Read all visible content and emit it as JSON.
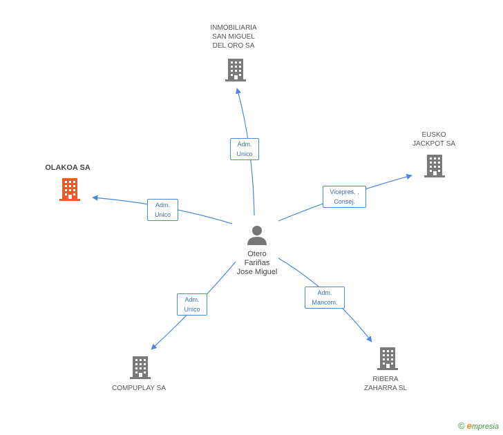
{
  "colors": {
    "edge": "#4a89dc",
    "company": "#7a7a7a",
    "company_highlight": "#f05a28",
    "person": "#777777"
  },
  "center": {
    "icon": "person-icon",
    "label_lines": [
      "Otero",
      "Fariñas",
      "Jose Miguel"
    ]
  },
  "companies": [
    {
      "id": "inmobiliaria",
      "icon": "building-icon",
      "label_lines": [
        "INMOBILIARIA",
        "SAN MIGUEL",
        "DEL ORO SA"
      ],
      "highlight": false
    },
    {
      "id": "eusko",
      "icon": "building-icon",
      "label_lines": [
        "EUSKO",
        "JACKPOT SA"
      ],
      "highlight": false
    },
    {
      "id": "olakoa",
      "icon": "building-icon",
      "label_lines": [
        "OLAKOA SA"
      ],
      "highlight": true
    },
    {
      "id": "compuplay",
      "icon": "building-icon",
      "label_lines": [
        "COMPUPLAY SA"
      ],
      "highlight": false
    },
    {
      "id": "ribera",
      "icon": "building-icon",
      "label_lines": [
        "RIBERA",
        "ZAHARRA SL"
      ],
      "highlight": false
    }
  ],
  "edges": [
    {
      "to": "inmobiliaria",
      "label_lines": [
        "Adm.",
        "Unico"
      ]
    },
    {
      "to": "eusko",
      "label_lines": [
        "Vicepres. ,",
        "Consej."
      ]
    },
    {
      "to": "olakoa",
      "label_lines": [
        "Adm.",
        "Unico"
      ]
    },
    {
      "to": "compuplay",
      "label_lines": [
        "Adm.",
        "Unico"
      ]
    },
    {
      "to": "ribera",
      "label_lines": [
        "Adm.",
        "Mancom."
      ]
    }
  ],
  "brand": {
    "copyright": "©",
    "initial": "e",
    "name": "mpresia"
  }
}
